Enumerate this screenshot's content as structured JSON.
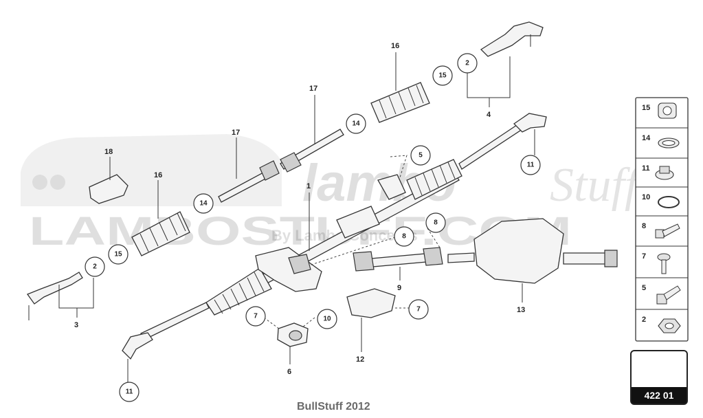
{
  "watermark": {
    "brand": "LAMBOSTUFF.COM",
    "logo_word": "lambo",
    "logo_script": "Stuff",
    "byline": "By Lambo Concepts"
  },
  "labels": {
    "l1": "1",
    "l3": "3",
    "l4": "4",
    "l6": "6",
    "l9": "9",
    "l12": "12",
    "l13": "13",
    "l16a": "16",
    "l16b": "16",
    "l17a": "17",
    "l17b": "17",
    "l18": "18"
  },
  "callouts": {
    "c2_left": "2",
    "c2_top": "2",
    "c5": "5",
    "c7_left": "7",
    "c7_right": "7",
    "c8_a": "8",
    "c8_b": "8",
    "c10": "10",
    "c11_bottom": "11",
    "c11_right": "11",
    "c14_left": "14",
    "c14_top": "14",
    "c15_left": "15",
    "c15_top": "15"
  },
  "legend": [
    {
      "num": "15",
      "icon": "clamp-icon"
    },
    {
      "num": "14",
      "icon": "clip-ring-icon"
    },
    {
      "num": "11",
      "icon": "collar-nut-icon"
    },
    {
      "num": "10",
      "icon": "o-ring-icon"
    },
    {
      "num": "8",
      "icon": "bolt-icon"
    },
    {
      "num": "7",
      "icon": "screw-icon"
    },
    {
      "num": "5",
      "icon": "flange-bolt-icon"
    },
    {
      "num": "2",
      "icon": "hex-nut-icon"
    }
  ],
  "page_ref": "422 01",
  "footer": "BullStuff 2012"
}
